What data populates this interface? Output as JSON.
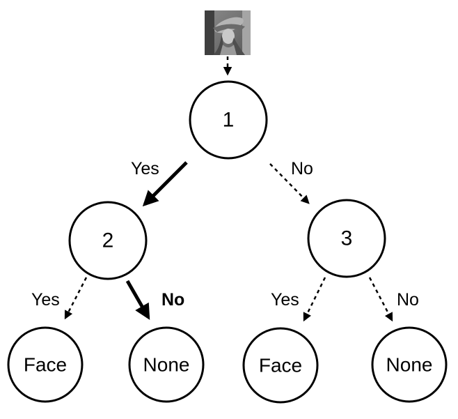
{
  "nodes": {
    "n1": "1",
    "n2": "2",
    "n3": "3"
  },
  "leaves": {
    "l1": "Face",
    "l2": "None",
    "l3": "Face",
    "l4": "None"
  },
  "edges": {
    "e_1_2": "Yes",
    "e_1_3": "No",
    "e_2_l1": "Yes",
    "e_2_l2": "No",
    "e_3_l3": "Yes",
    "e_3_l4": "No"
  },
  "input_image": {
    "icon": "portrait-photo-thumbnail"
  }
}
